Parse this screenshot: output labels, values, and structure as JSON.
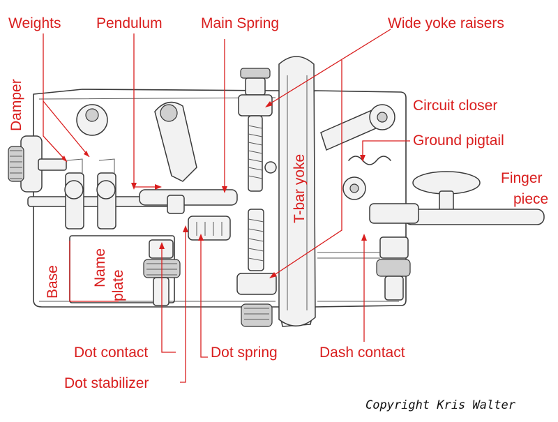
{
  "labels": {
    "weights": "Weights",
    "pendulum": "Pendulum",
    "main_spring": "Main Spring",
    "wide_yoke_raisers": "Wide yoke raisers",
    "damper": "Damper",
    "circuit_closer": "Circuit closer",
    "ground_pigtail": "Ground pigtail",
    "t_bar_yoke": "T-bar yoke",
    "finger": "Finger",
    "piece": "piece",
    "base": "Base",
    "name": "Name",
    "plate": "plate",
    "dot_contact": "Dot contact",
    "dot_spring": "Dot spring",
    "dash_contact": "Dash contact",
    "dot_stabilizer": "Dot stabilizer"
  },
  "copyright": "Copyright Kris Walter",
  "colors": {
    "label": "#d91e1e",
    "sketch": "#3a3a3a",
    "background": "#ffffff"
  }
}
